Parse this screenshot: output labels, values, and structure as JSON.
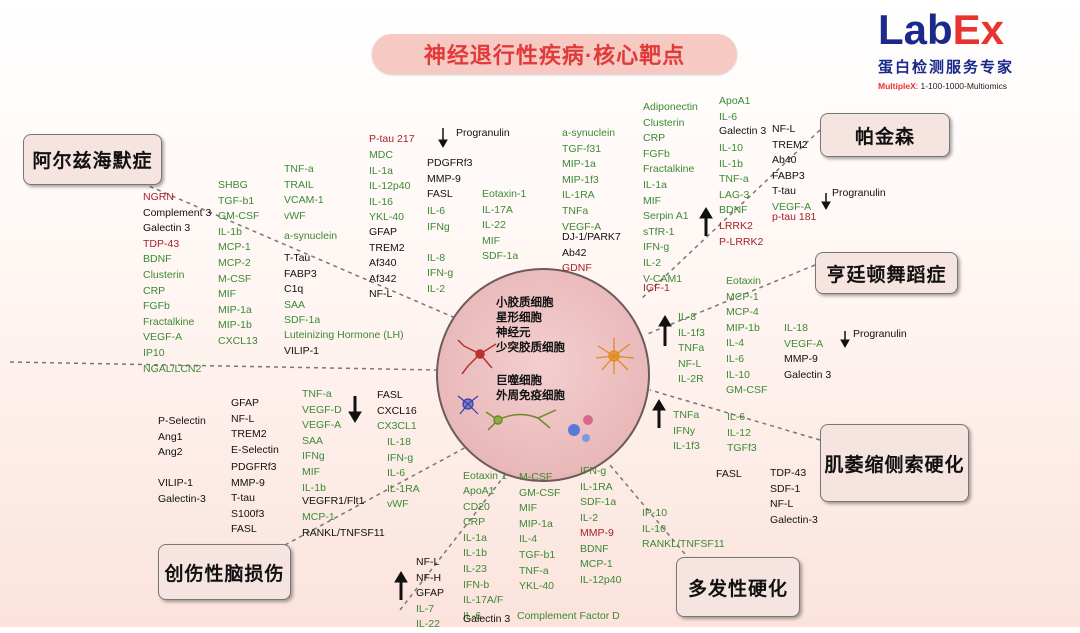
{
  "title": "神经退行性疾病·核心靶点",
  "logo": {
    "mark_lab": "Lab",
    "mark_ex": "Ex",
    "subtitle": "蛋白检测服务专家",
    "tag_prefix": "MultipleX",
    "tag_rest": ": 1-100-1000-Multiomics"
  },
  "diseases": {
    "alzheimer": "阿尔兹海默症",
    "parkinson": "帕金森",
    "huntington": "亨廷顿舞蹈症",
    "als": "肌萎缩侧索硬化",
    "ms": "多发性硬化",
    "tbi": "创伤性脑损伤"
  },
  "center": {
    "cells1": [
      "小胶质细胞",
      "星形细胞",
      "神经元",
      "少突胶质细胞"
    ],
    "cells2": [
      "巨噬细胞",
      "外周免疫细胞"
    ]
  },
  "notes": {
    "progranulin_top": "Progranulin",
    "progranulin_pd": "Progranulin",
    "progranulin_hd": "Progranulin"
  },
  "columns": {
    "ad1": [
      "NGRN",
      "Complement 3",
      "Galectin 3",
      "TDP-43",
      "BDNF",
      "Clusterin",
      "CRP",
      "FGFb",
      "Fractalkine",
      "VEGF-A",
      "IP10",
      "NGAL/LCN2"
    ],
    "ad2": [
      "SHBG",
      "TGF-b1",
      "GM-CSF",
      "IL-1b",
      "MCP-1",
      "MCP-2",
      "M-CSF",
      "MIF",
      "MIP-1a",
      "MIP-1b",
      "CXCL13"
    ],
    "ad3a": [
      "TNF-a",
      "TRAIL",
      "VCAM-1",
      "vWF"
    ],
    "ad3b": [
      "a-synuclein"
    ],
    "ad3c": [
      "T-Tau",
      "FABP3",
      "C1q",
      "SAA",
      "SDF-1a"
    ],
    "ad3d": [
      "Luteinizing Hormone (LH)"
    ],
    "ad3e": [
      "VILIP-1"
    ],
    "ad4a": [
      "P-tau 217"
    ],
    "ad4b": [
      "MDC",
      "IL-1a",
      "IL-12p40",
      "IL-16",
      "YKL-40"
    ],
    "ad4c": [
      "GFAP",
      "TREM2",
      "Af340",
      "Af342",
      "NF-L"
    ],
    "ad5a": [
      "PDGFRf3",
      "MMP-9",
      "FASL"
    ],
    "ad5b": [
      "IL-6",
      "IFNg",
      "",
      "IL-8",
      "IFN-g",
      "IL-2"
    ],
    "ad6": [
      "Eotaxin-1",
      "IL-17A",
      "IL-22",
      "MIF",
      "SDF-1a"
    ],
    "c7": [
      "a-synuclein",
      "TGF-f31",
      "MIP-1a",
      "MIP-1f3",
      "IL-1RA",
      "TNFa",
      "VEGF-A"
    ],
    "c7b": [
      "DJ-1/PARK7",
      "Ab42",
      "GDNF"
    ],
    "pd1": [
      "Adiponectin",
      "Clusterin",
      "CRP",
      "FGFb",
      "Fractalkine",
      "IL-1a",
      "MIF",
      "Serpin A1",
      "sTfR-1",
      "IFN-g",
      "IL-2",
      "V-CAM1"
    ],
    "pd1b": [
      "IGF-1"
    ],
    "pd2a": [
      "ApoA1",
      "IL-6"
    ],
    "pd2b": [
      "Galectin 3"
    ],
    "pd2c": [
      "IL-10",
      "IL-1b",
      "TNF-a",
      "LAG-3",
      "BDNF"
    ],
    "pd2d": [
      "LRRK2",
      "P-LRRK2"
    ],
    "pd3": [
      "NF-L",
      "TREM2",
      "Ab40",
      "FABP3",
      "T-tau",
      "VEGF-A"
    ],
    "pd3b": [
      "p-tau 181"
    ],
    "hd1": [
      "IL-8",
      "IL-1f3",
      "TNFa",
      "NF-L",
      "IL-2R"
    ],
    "hd2": [
      "Eotaxin",
      "MCP-1",
      "MCP-4",
      "MIP-1b",
      "IL-4",
      "IL-6",
      "IL-10",
      "GM-CSF"
    ],
    "hd3a": [
      "IL-18",
      "VEGF-A"
    ],
    "hd3b": [
      "MMP-9",
      "Galectin 3"
    ],
    "als1": [
      "TNFa",
      "IFNy",
      "IL-1f3"
    ],
    "als2": [
      "IL-6",
      "IL-12",
      "TGFf3"
    ],
    "als3": [
      "FASL"
    ],
    "als4": [
      "TDP-43",
      "SDF-1",
      "NF-L",
      "Galectin-3"
    ],
    "ms1": [
      "IP-10",
      "IL-10",
      "RANKL/TNFSF11"
    ],
    "ms2": [
      "IFN-g",
      "IL-1RA",
      "SDF-1a",
      "IL-2"
    ],
    "ms2b": [
      "MMP-9",
      "BDNF",
      "MCP-1",
      "IL-12p40"
    ],
    "ms3": [
      "M-CSF",
      "GM-CSF",
      "MIF",
      "MIP-1a",
      "IL-4",
      "TGF-b1",
      "TNF-a",
      "YKL-40"
    ],
    "ms4a": [
      "Eotaxin 1"
    ],
    "ms4b": [
      "ApoA1",
      "CD20",
      "CRP",
      "IL-1a",
      "IL-1b",
      "IL-23",
      "IFN-b",
      "IL-17A/F",
      "IL-6"
    ],
    "ms4c": [
      "Galectin 3"
    ],
    "ms5": [
      "Complement Factor D"
    ],
    "tbi0": [
      "NF-L",
      "NF-H",
      "GFAP",
      "IL-7",
      "IL-22"
    ],
    "tbi1": [
      "P-Selectin",
      "Ang1",
      "Ang2",
      "",
      "VILIP-1",
      "Galectin-3"
    ],
    "tbi2a": [
      "GFAP",
      "NF-L",
      "TREM2",
      "E-Selectin"
    ],
    "tbi2b": [
      "PDGFRf3",
      "MMP-9",
      "T-tau",
      "S100f3",
      "FASL"
    ],
    "tbi3a": [
      "TNF-a",
      "VEGF-D",
      "VEGF-A",
      "SAA",
      "IFNg",
      "MIF",
      "IL-1b"
    ],
    "tbi3b": [
      "VEGFR1/Flt1"
    ],
    "tbi3c": [
      "MCP-1",
      "RANKL/TNFSF11"
    ],
    "tbi4a": [
      "FASL",
      "CXCL16",
      "CX3CL1"
    ],
    "tbi4b": [
      "IL-18",
      "IFN-g",
      "IL-6",
      "IL-1RA",
      "vWF"
    ]
  },
  "colors": {
    "green": "#3c8a34",
    "red": "#a3232b",
    "title": "#e23a3a",
    "brand_blue": "#1b2a8a",
    "brand_red": "#e8342e"
  }
}
